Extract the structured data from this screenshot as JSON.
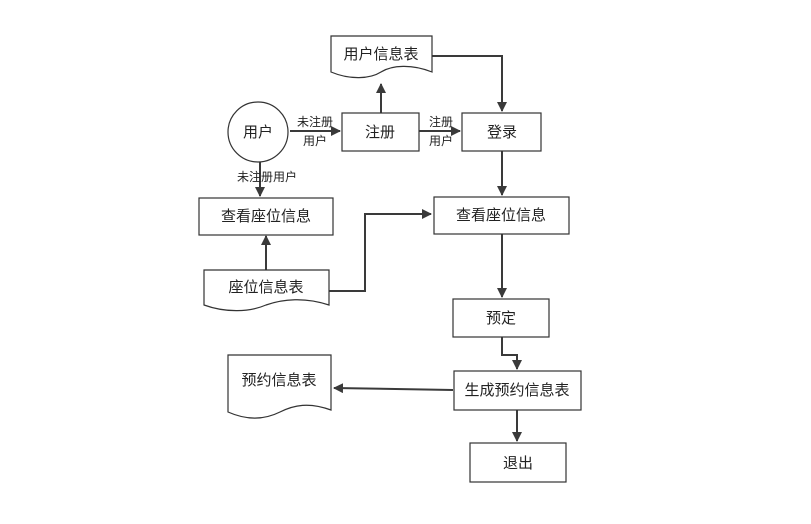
{
  "nodes": {
    "user": "用户",
    "user_info_table": "用户信息表",
    "register": "注册",
    "login": "登录",
    "view_seat_info_left": "查看座位信息",
    "view_seat_info_right": "查看座位信息",
    "seat_info_table": "座位信息表",
    "reserve": "预定",
    "generate_reservation": "生成预约信息表",
    "reservation_info_table": "预约信息表",
    "exit": "退出"
  },
  "edge_labels": {
    "user_to_register_line1": "未注册",
    "user_to_register_line2": "用户",
    "register_to_login_line1": "注册",
    "register_to_login_line2": "用户",
    "user_to_view_seat": "未注册用户"
  },
  "colors": {
    "stroke": "#333333",
    "edge": "#3a3a3a"
  }
}
